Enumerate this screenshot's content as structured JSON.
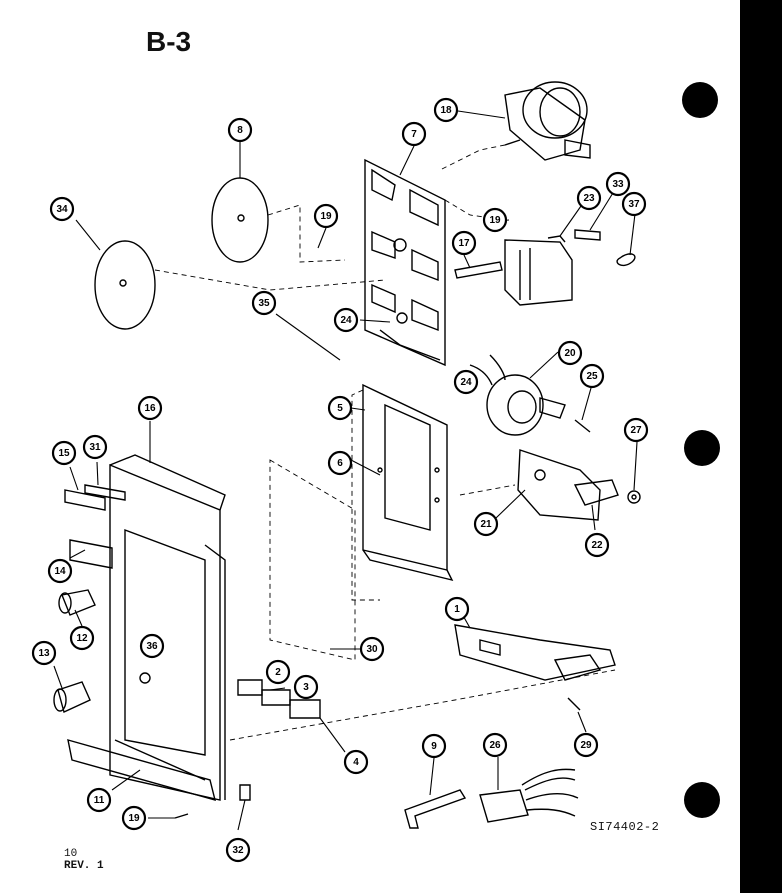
{
  "page": {
    "title": "B-3",
    "doc_id": "SI74402-2",
    "page_no": "10",
    "revision": "REV. 1"
  },
  "callouts": [
    {
      "label": "18"
    },
    {
      "label": "8"
    },
    {
      "label": "7"
    },
    {
      "label": "19"
    },
    {
      "label": "19"
    },
    {
      "label": "23"
    },
    {
      "label": "33"
    },
    {
      "label": "37"
    },
    {
      "label": "34"
    },
    {
      "label": "17"
    },
    {
      "label": "35"
    },
    {
      "label": "24"
    },
    {
      "label": "20"
    },
    {
      "label": "24"
    },
    {
      "label": "25"
    },
    {
      "label": "16"
    },
    {
      "label": "5"
    },
    {
      "label": "27"
    },
    {
      "label": "15"
    },
    {
      "label": "31"
    },
    {
      "label": "6"
    },
    {
      "label": "21"
    },
    {
      "label": "22"
    },
    {
      "label": "14"
    },
    {
      "label": "12"
    },
    {
      "label": "1"
    },
    {
      "label": "13"
    },
    {
      "label": "36"
    },
    {
      "label": "30"
    },
    {
      "label": "2"
    },
    {
      "label": "3"
    },
    {
      "label": "4"
    },
    {
      "label": "9"
    },
    {
      "label": "26"
    },
    {
      "label": "29"
    },
    {
      "label": "11"
    },
    {
      "label": "19"
    },
    {
      "label": "32"
    }
  ]
}
